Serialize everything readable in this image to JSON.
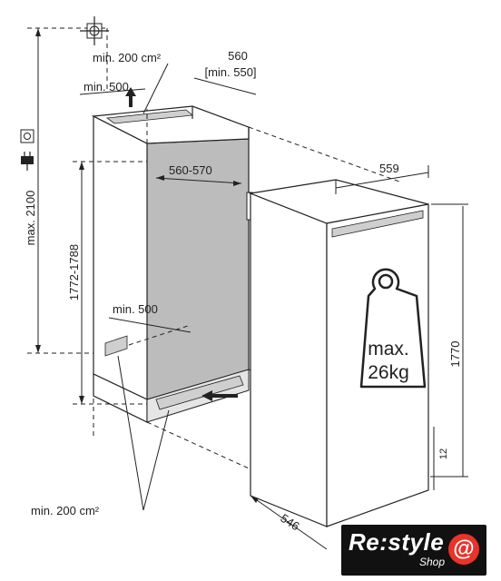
{
  "labels": {
    "min_vent_top": "min. 200 cm²",
    "width_niche": "560",
    "width_niche_min": "[min. 550]",
    "min_depth_top": "min. 500",
    "max_height": "max. 2100",
    "inner_width": "560-570",
    "niche_height": "1772-1788",
    "min_depth_bottom": "min. 500",
    "appliance_width": "559",
    "appliance_height": "1770",
    "door_gap": "12",
    "appliance_depth": "546",
    "min_vent_bottom": "min. 200 cm²"
  },
  "weight_icon": {
    "line1": "max.",
    "line2": "26kg"
  },
  "icons": [
    "crosshair-socket-icon",
    "power-socket-icon",
    "plug-icon",
    "weight-icon",
    "airflow-arrow-icon"
  ],
  "logo": {
    "text": "Re:style",
    "sub": "Shop",
    "symbol": "@"
  },
  "colors": {
    "cavity_gray": "#bcbcbc",
    "logo_bg": "#111111",
    "logo_accent": "#e8332a"
  }
}
